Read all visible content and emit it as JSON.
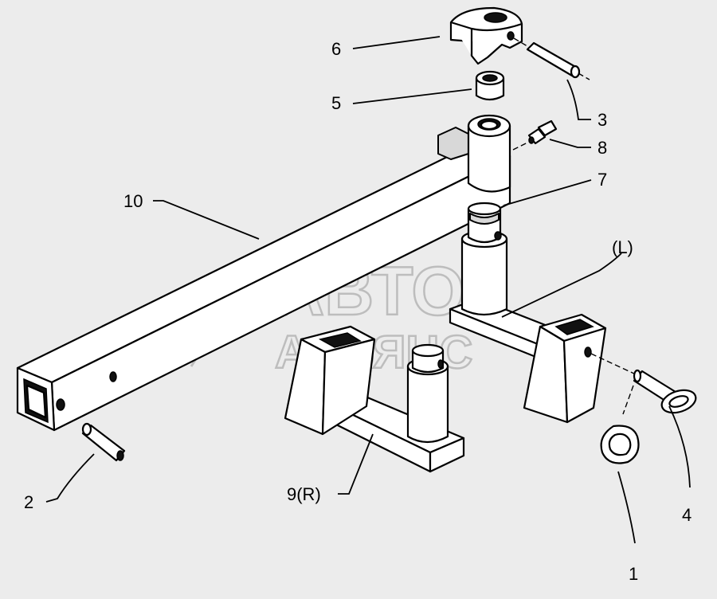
{
  "watermark": {
    "line1": "АВТО",
    "line2": "АЛЬЯНС"
  },
  "callouts": [
    {
      "id": "1",
      "text": "1"
    },
    {
      "id": "2",
      "text": "2"
    },
    {
      "id": "3",
      "text": "3"
    },
    {
      "id": "4",
      "text": "4"
    },
    {
      "id": "5",
      "text": "5"
    },
    {
      "id": "6",
      "text": "6"
    },
    {
      "id": "7",
      "text": "7"
    },
    {
      "id": "8",
      "text": "8"
    },
    {
      "id": "9",
      "text": "9(R)"
    },
    {
      "id": "10",
      "text": "10"
    },
    {
      "id": "L",
      "text": "(L)"
    }
  ]
}
